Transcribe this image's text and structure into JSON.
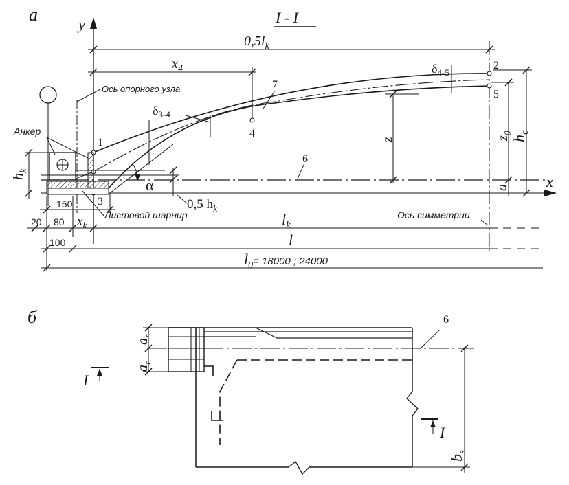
{
  "view_a": {
    "panel_label": "а",
    "section_title": "I - I",
    "axis_y": "y",
    "axis_x": "x",
    "dim_half_span_main": "0,5l",
    "dim_half_span_sub": "k",
    "dim_x4_main": "x",
    "dim_x4_sub": "4",
    "delta_45_main": "δ",
    "delta_45_sub": "4-5",
    "delta_34_main": "δ",
    "delta_34_sub": "3-4",
    "axis_support_node": "Ось опорного узла",
    "anchor_label": "Анкер",
    "hk_main": "h",
    "hk_sub": "k",
    "alpha": "α",
    "half_hk_main": "0,5 h",
    "half_hk_sub": "k",
    "z_label": "z",
    "z0_main": "z",
    "z0_sub": "0",
    "hc_main": "h",
    "hc_sub": "c",
    "a_label": "a",
    "dim_150": "150",
    "dim_20": "20",
    "dim_80": "80",
    "xk_main": "x",
    "xk_sub": "k",
    "sheet_hinge_label": "Листовой шарнир",
    "lk_main": "l",
    "lk_sub": "k",
    "symmetry_axis_label": "Ось симметрии",
    "dim_100": "100",
    "l_label": "l",
    "l0_main": "l",
    "l0_sub": "0",
    "l0_value": "= 18000 ; 24000",
    "points": [
      "1",
      "2",
      "3",
      "4",
      "5",
      "6",
      "7"
    ]
  },
  "view_b": {
    "panel_label": "б",
    "line_label": "6",
    "ar_main": "a",
    "ar_sub": "r",
    "section_mark": "I",
    "bs_main": "b",
    "bs_sub": "s"
  }
}
